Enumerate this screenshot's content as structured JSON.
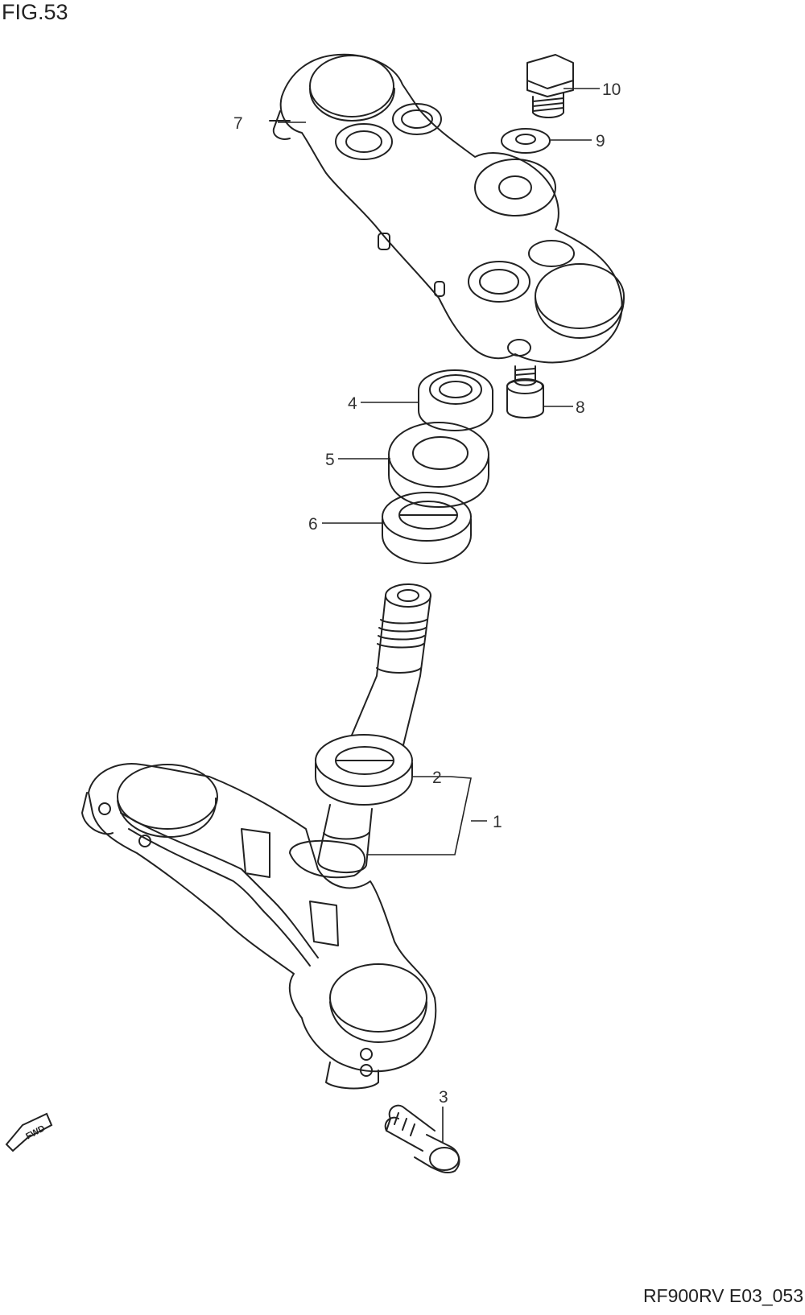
{
  "figure": {
    "title": "FIG.53",
    "code": "RF900RV E03_053"
  },
  "parts": [
    {
      "ref": "1"
    },
    {
      "ref": "2"
    },
    {
      "ref": "3"
    },
    {
      "ref": "4"
    },
    {
      "ref": "5"
    },
    {
      "ref": "6"
    },
    {
      "ref": "7"
    },
    {
      "ref": "8"
    },
    {
      "ref": "9"
    },
    {
      "ref": "10"
    }
  ],
  "direction_badge": "FWD"
}
